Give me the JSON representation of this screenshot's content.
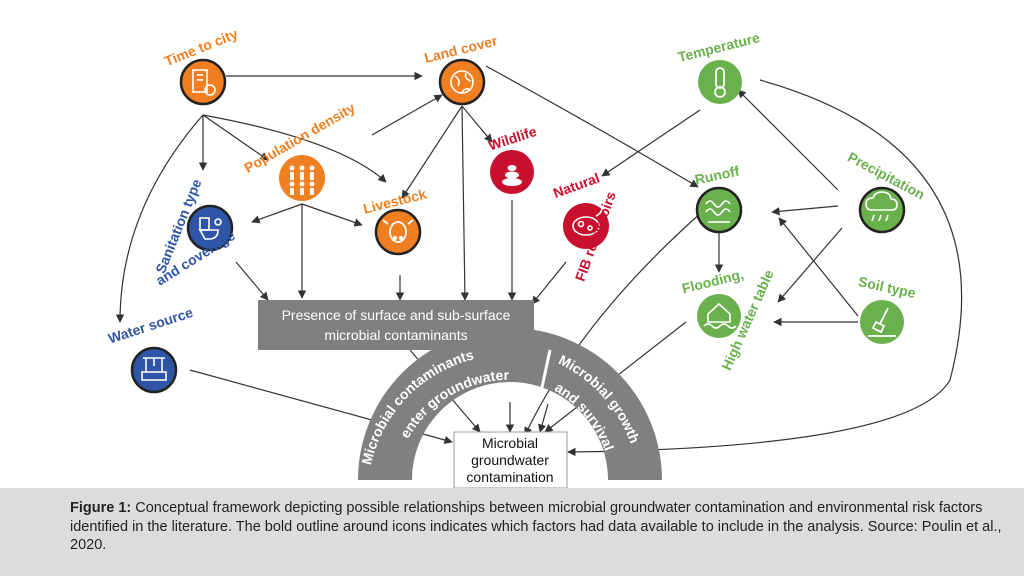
{
  "nodes": {
    "time_to_city": {
      "label": "Time to city",
      "color": "#f07f22"
    },
    "land_cover": {
      "label": "Land cover",
      "color": "#f07f22"
    },
    "population_density": {
      "label": "Population density",
      "color": "#f07f22"
    },
    "livestock": {
      "label": "Livestock",
      "color": "#f07f22"
    },
    "sanitation": {
      "label": "Sanitation type",
      "sublabel": "and coverage",
      "color": "#2f56a6"
    },
    "water_source": {
      "label": "Water source",
      "color": "#2f56a6"
    },
    "wildlife": {
      "label": "Wildlife",
      "color": "#c8102e"
    },
    "natural_fib": {
      "label": "Natural",
      "sublabel": "FIB reservoirs",
      "color": "#c8102e"
    },
    "temperature": {
      "label": "Temperature",
      "color": "#6ab04c"
    },
    "runoff": {
      "label": "Runoff",
      "color": "#6ab04c"
    },
    "precipitation": {
      "label": "Precipitation",
      "color": "#6ab04c"
    },
    "flooding": {
      "label": "Flooding,",
      "sublabel": "High water table",
      "color": "#6ab04c"
    },
    "soil_type": {
      "label": "Soil type",
      "color": "#6ab04c"
    }
  },
  "boxes": {
    "presence_line1": "Presence of surface and sub-surface",
    "presence_line2": "microbial contaminants",
    "gw_line1": "Microbial",
    "gw_line2": "groundwater",
    "gw_line3": "contamination"
  },
  "arc": {
    "left_line1": "Microbial contaminants",
    "left_line2": "enter groundwater",
    "right_line1": "Microbial growth",
    "right_line2": "and survival",
    "color": "#808080"
  },
  "caption": {
    "label": "Figure 1:",
    "text": " Conceptual framework depicting possible relationships between microbial groundwater contamination and environmental risk factors identified in the literature. The bold outline around icons indicates which factors had data available to include in the analysis. Source: Poulin et al., 2020."
  }
}
